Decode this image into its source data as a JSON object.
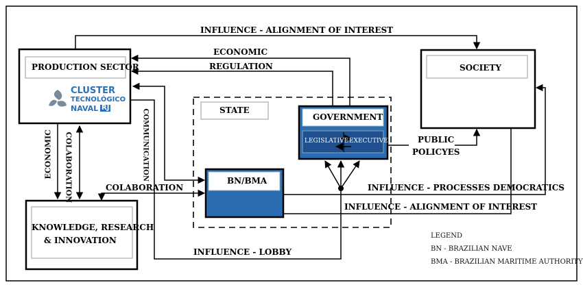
{
  "nodes": {
    "production_sector": "PRODUCTION SECTOR",
    "society": "SOCIETY",
    "knowledge": [
      "KNOWLEDGE, RESEARCH",
      "& INNOVATION"
    ],
    "state": "STATE",
    "government": "GOVERNMENT",
    "legislative": "LEGISLATIVE",
    "executive": "EXECUTIVE",
    "bn_bma": "BN/BMA"
  },
  "logo": {
    "line1": "CLUSTER",
    "line2": "TECNOLÓGICO",
    "line3": "NAVAL",
    "line4": "RJ",
    "color": "#2a6fb8"
  },
  "edges": {
    "influence_alignment_top": "INFLUENCE - ALIGNMENT OF INTEREST",
    "economic_top": "ECONOMIC",
    "regulation": "REGULATION",
    "public_policyes": [
      "PUBLIC",
      "POLICYES"
    ],
    "economic_left": "ECONOMIC",
    "colaboration_vert": "COLABORATION",
    "communication": "COMMUNICATION",
    "colaboration_horiz": "COLABORATION",
    "influence_processes": "INFLUENCE - PROCESSES DEMOCRATICS",
    "influence_alignment_bottom": "INFLUENCE - ALIGNMENT OF INTEREST",
    "influence_lobby": "INFLUENCE - LOBBY"
  },
  "legend": {
    "title": "LEGEND",
    "bn": "BN - BRAZILIAN NAVE",
    "bma": "BMA - BRAZILIAN MARITIME AUTHORITY"
  },
  "colors": {
    "blue": "#2b6cb3",
    "dark_blue": "#1f4f8c",
    "line": "#000000"
  }
}
